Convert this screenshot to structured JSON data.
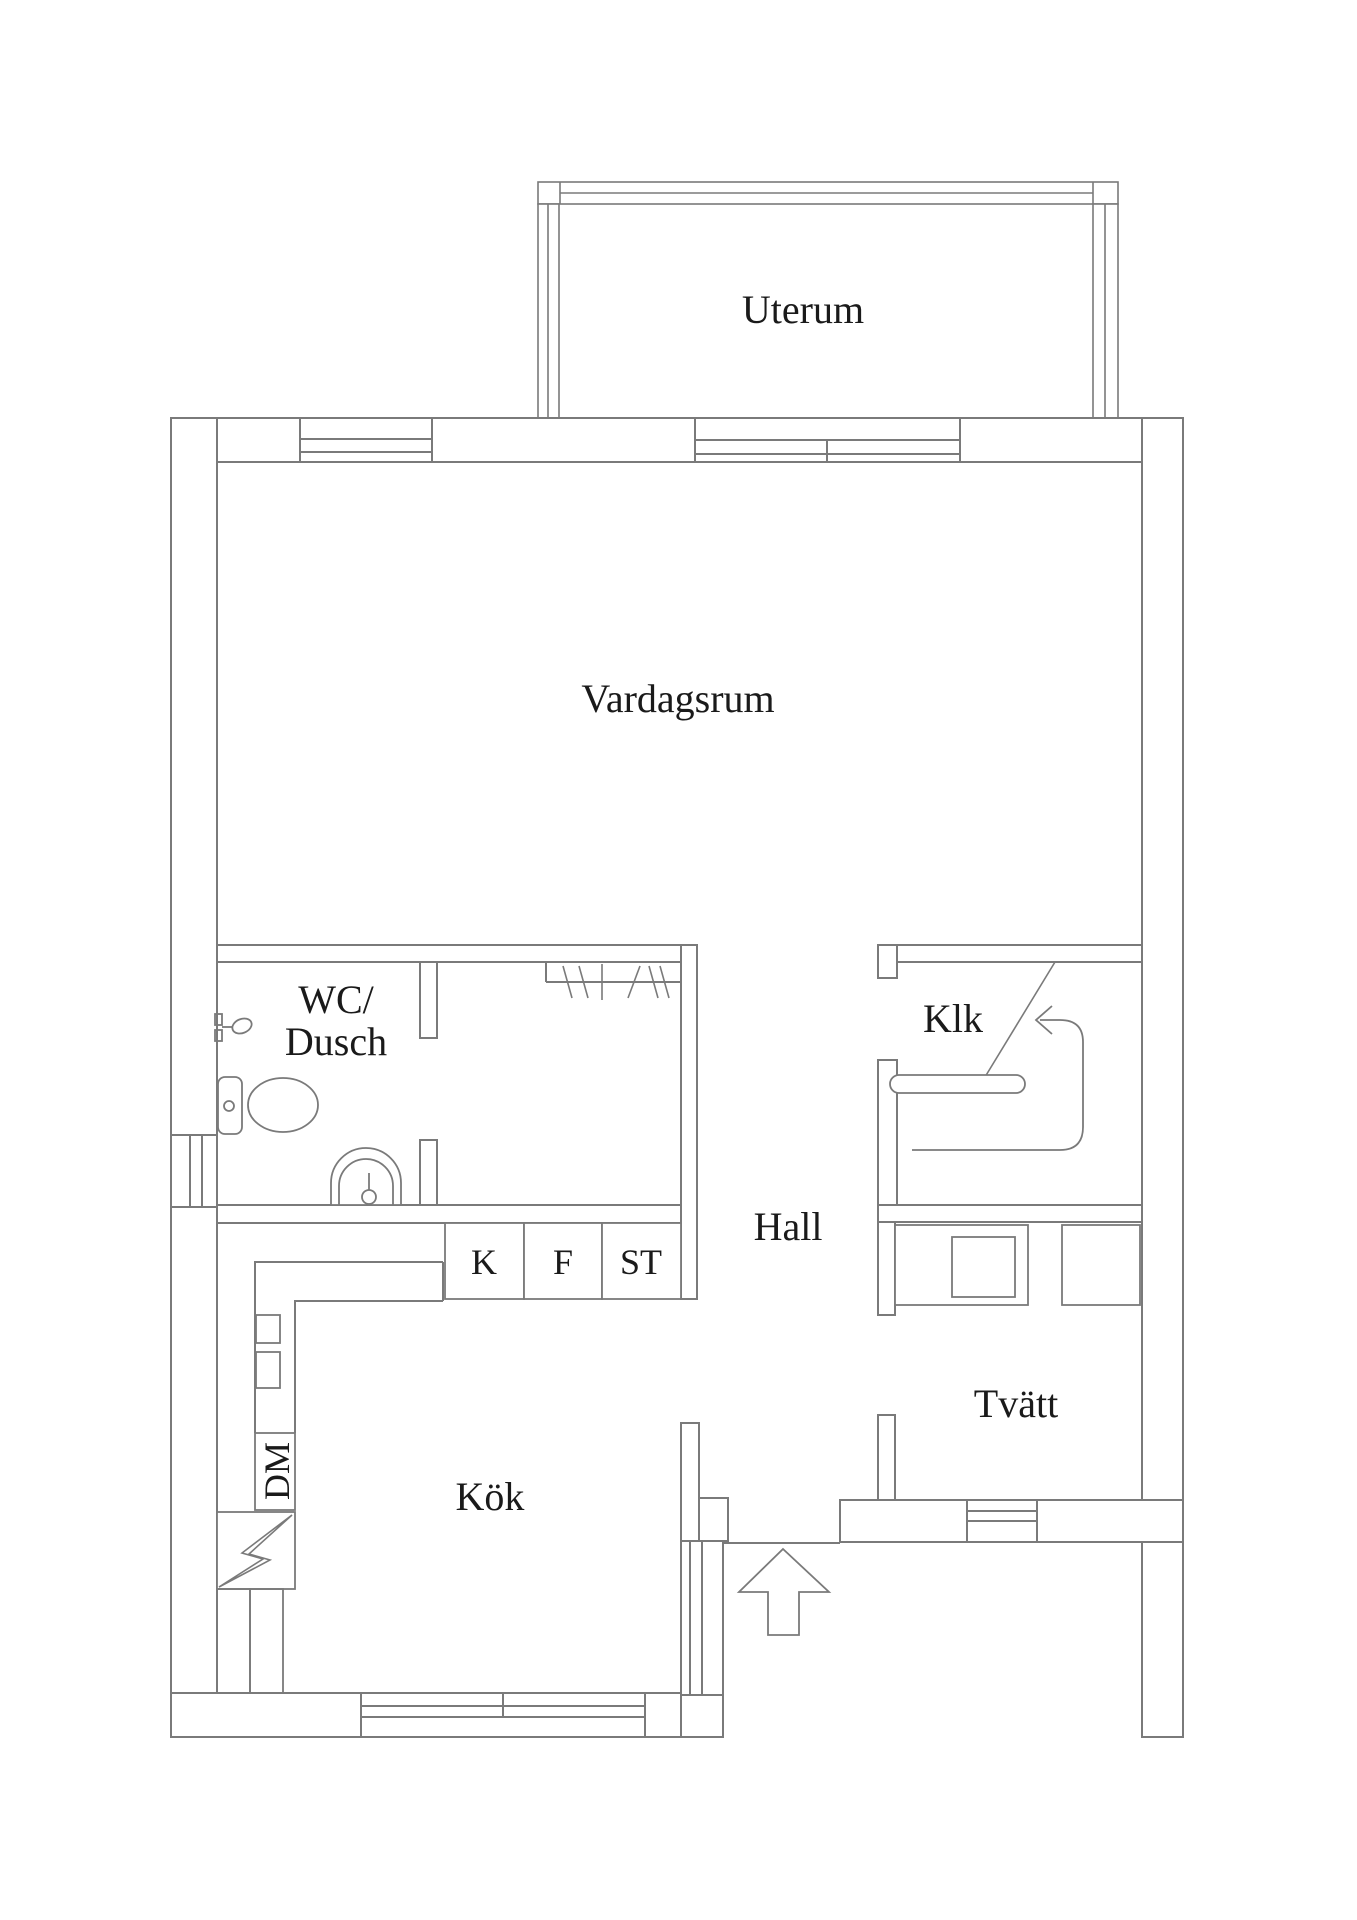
{
  "colors": {
    "background": "#ffffff",
    "line": "#7a7a7a",
    "text": "#1a1a1a"
  },
  "rooms": {
    "uterum": {
      "label": "Uterum"
    },
    "vardagsrum": {
      "label": "Vardagsrum"
    },
    "wc_dusch": {
      "line1": "WC/",
      "line2": "Dusch"
    },
    "klk": {
      "label": "Klk"
    },
    "hall": {
      "label": "Hall"
    },
    "kok": {
      "label": "Kök"
    },
    "tvatt": {
      "label": "Tvätt"
    }
  },
  "cabinets": {
    "k": "K",
    "f": "F",
    "st": "ST",
    "dm": "DM"
  }
}
